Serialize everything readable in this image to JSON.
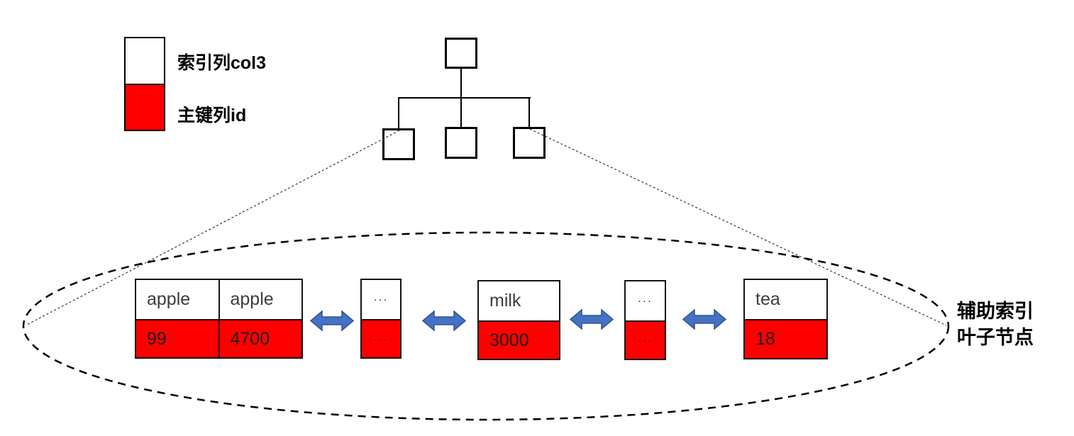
{
  "legend": {
    "index_label": "索引列col3",
    "pk_label": "主键列id"
  },
  "annotation": {
    "line1": "辅助索引",
    "line2": "叶子节点"
  },
  "leaves": [
    {
      "cells": [
        {
          "index": "apple",
          "id": "99"
        },
        {
          "index": "apple",
          "id": "4700"
        }
      ]
    },
    {
      "cells": [
        {
          "index": "···",
          "id": "···"
        }
      ]
    },
    {
      "cells": [
        {
          "index": "milk",
          "id": "3000"
        }
      ]
    },
    {
      "cells": [
        {
          "index": "···",
          "id": "···"
        }
      ]
    },
    {
      "cells": [
        {
          "index": "tea",
          "id": "18"
        }
      ]
    }
  ],
  "colors": {
    "primary_key_fill": "#FF0000",
    "index_fill": "#FFFFFF",
    "arrow_fill": "#4472C4",
    "arrow_stroke": "#31538F",
    "outline": "#000000"
  }
}
